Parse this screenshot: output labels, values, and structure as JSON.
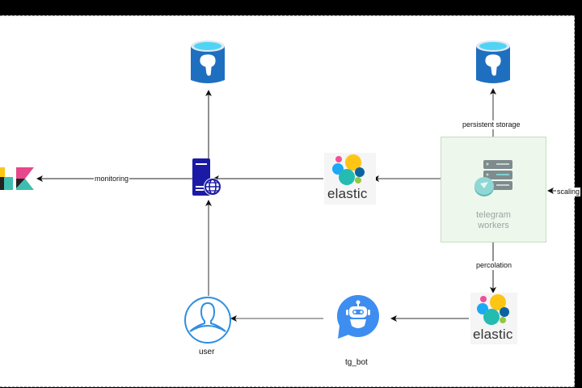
{
  "diagram": {
    "nodes": {
      "postgres_top_left": {
        "icon": "postgresql-database-icon",
        "label": ""
      },
      "postgres_top_right": {
        "icon": "postgresql-database-icon",
        "label": ""
      },
      "kibana": {
        "icon": "kibana-logo-icon",
        "label": ""
      },
      "web_server": {
        "icon": "web-server-icon",
        "label": ""
      },
      "elastic_middle": {
        "icon": "elastic-logo-icon",
        "label": "elastic"
      },
      "telegram_workers": {
        "icon": "server-stack-icon",
        "label_line1": "telegram",
        "label_line2": "workers"
      },
      "elastic_bottom": {
        "icon": "elastic-logo-icon",
        "label": "elastic"
      },
      "tg_bot": {
        "icon": "chatbot-icon",
        "label": "tg_bot"
      },
      "user": {
        "icon": "user-icon",
        "label": "user"
      }
    },
    "edges": [
      {
        "from": "web_server",
        "to": "kibana",
        "label": "monitoring"
      },
      {
        "from": "web_server",
        "to": "postgres_top_left",
        "label": ""
      },
      {
        "from": "elastic_middle",
        "to": "web_server",
        "label": ""
      },
      {
        "from": "telegram_workers",
        "to": "elastic_middle",
        "label": ""
      },
      {
        "from": "telegram_workers",
        "to": "postgres_top_right",
        "label": "persistent storage"
      },
      {
        "from": "external",
        "to": "telegram_workers",
        "label": "scaling"
      },
      {
        "from": "telegram_workers",
        "to": "elastic_bottom",
        "label": "percolation"
      },
      {
        "from": "elastic_bottom",
        "to": "tg_bot",
        "label": ""
      },
      {
        "from": "tg_bot",
        "to": "user",
        "label": ""
      },
      {
        "from": "user",
        "to": "web_server",
        "label": ""
      }
    ]
  },
  "colors": {
    "postgres_blue": "#1e6fc0",
    "postgres_cyan": "#50d4f5",
    "server_navy": "#1a1aa6",
    "user_blue": "#2f8fe0",
    "bot_blue": "#3d8ef0",
    "workers_fill": "#eef7ec",
    "workers_border": "#c4dfc0",
    "kibana_pink": "#e8478b",
    "kibana_teal": "#3ebeb0",
    "elastic_yellow": "#fec514",
    "elastic_teal": "#24bbb1",
    "elastic_blue": "#1ba9f5",
    "elastic_darkblue": "#0b64a1",
    "elastic_pink": "#ef5098",
    "elastic_green": "#93c83e"
  }
}
